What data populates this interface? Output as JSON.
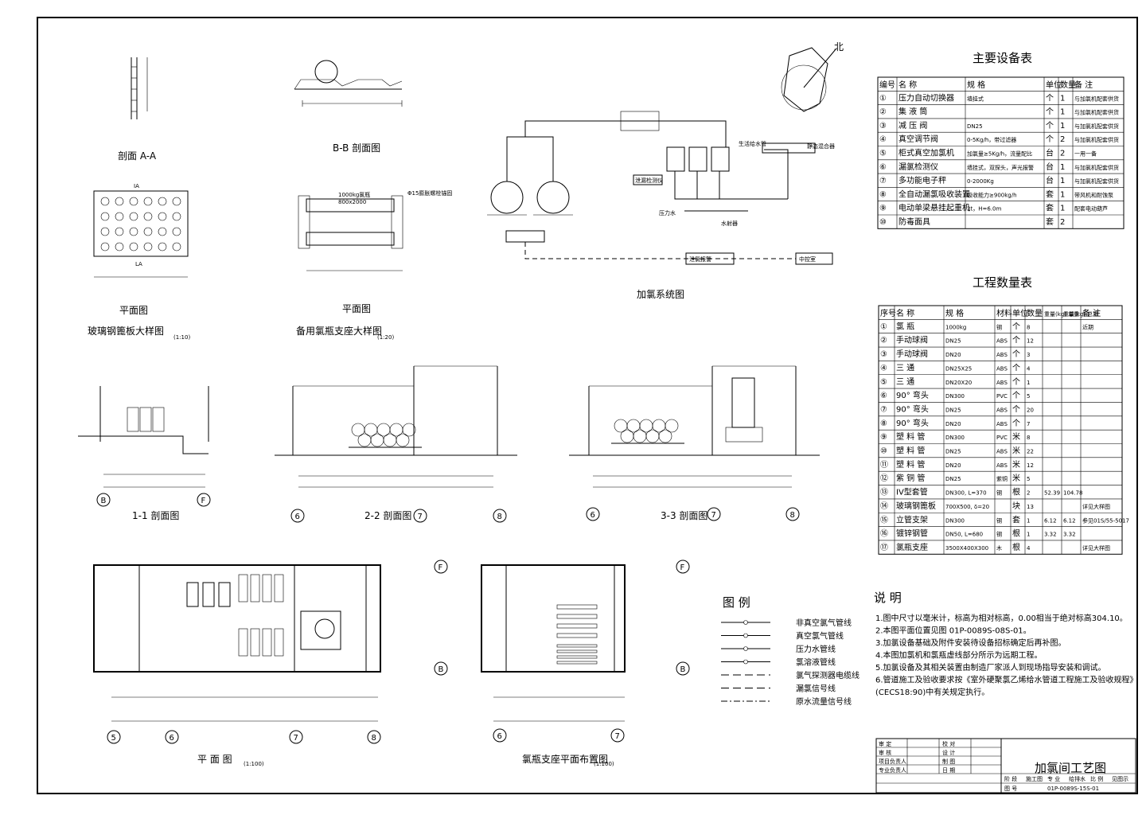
{
  "north": "北",
  "titles": {
    "section_aa": "剖面 A-A",
    "section_bb": "B-B 剖面图",
    "plan_a": "平面图",
    "grid_plate": "玻璃钢篦板大样图",
    "grid_plate_scale": "(1:10)",
    "plan_b": "平面图",
    "cyl_support": "备用氯瓶支座大样图",
    "cyl_support_scale": "(1:20)",
    "cyl_note_1": "1000kg氯瓶",
    "cyl_note_2": "800x2000",
    "cyl_note_3": "Φ15膨胀螺栓锚固",
    "system": "加氯系统图",
    "sec11": "1-1 剖面图",
    "sec22": "2-2 剖面图",
    "sec33": "3-3 剖面图",
    "plan_main": "平 面 图",
    "plan_main_scale": "(1:100)",
    "cyl_layout": "氯瓶支座平面布置图",
    "cyl_layout_scale": "(1:100)"
  },
  "system_labels": {
    "hydrant": "生活给水管",
    "static_mixer": "静态混合器",
    "pressure_water": "压力水",
    "ejector": "水射器",
    "detector": "泄漏检测仪",
    "leak_alarm": "泄氯报警",
    "central_ctrl": "中控室"
  },
  "grid_labels": [
    "5",
    "6",
    "7",
    "8",
    "B",
    "F"
  ],
  "legend": {
    "title": "图  例",
    "items": [
      "非真空氯气管线",
      "真空氯气管线",
      "压力水管线",
      "氯溶液管线",
      "氯气探测器电缆线",
      "漏氯信号线",
      "原水流量信号线"
    ]
  },
  "equipment_table": {
    "title": "主要设备表",
    "headers": [
      "编号",
      "名    称",
      "规    格",
      "单位",
      "数量",
      "备  注"
    ],
    "rows": [
      [
        "①",
        "压力自动切换器",
        "墙挂式",
        "个",
        "1",
        "与加氯机配套供货"
      ],
      [
        "②",
        "集 液 筒",
        "",
        "个",
        "1",
        "与加氯机配套供货"
      ],
      [
        "③",
        "减 压 阀",
        "DN25",
        "个",
        "1",
        "与加氯机配套供货"
      ],
      [
        "④",
        "真空调节阀",
        "0-5Kg/h，带过滤器",
        "个",
        "2",
        "与加氯机配套供货"
      ],
      [
        "⑤",
        "柜式真空加氯机",
        "加氯量≥5Kg/h，流量配比",
        "台",
        "2",
        "一用一备"
      ],
      [
        "⑥",
        "漏氯检测仪",
        "墙挂式，双探头，声光报警",
        "台",
        "1",
        "与加氯机配套供货"
      ],
      [
        "⑦",
        "多功能电子秤",
        "0-2000Kg",
        "台",
        "1",
        "与加氯机配套供货"
      ],
      [
        "⑧",
        "全自动漏氯吸收装置",
        "吸收能力≥900kg/h",
        "套",
        "1",
        "带风机和耐蚀泵"
      ],
      [
        "⑨",
        "电动单梁悬挂起重机",
        "2t，H=6.0m",
        "套",
        "1",
        "配套电动葫芦"
      ],
      [
        "⑩",
        "防毒面具",
        "",
        "套",
        "2",
        ""
      ]
    ]
  },
  "quantity_table": {
    "title": "工程数量表",
    "headers": [
      "序号",
      "名    称",
      "规    格",
      "材料",
      "单位",
      "数量",
      "重量(kg) 单重",
      "重量(kg) 总重",
      "备    注"
    ],
    "rows": [
      [
        "①",
        "氯    瓶",
        "1000kg",
        "钢",
        "个",
        "8",
        "",
        "",
        "近期"
      ],
      [
        "②",
        "手动球阀",
        "DN25",
        "ABS",
        "个",
        "12",
        "",
        "",
        ""
      ],
      [
        "③",
        "手动球阀",
        "DN20",
        "ABS",
        "个",
        "3",
        "",
        "",
        ""
      ],
      [
        "④",
        "三    通",
        "DN25X25",
        "ABS",
        "个",
        "4",
        "",
        "",
        ""
      ],
      [
        "⑤",
        "三    通",
        "DN20X20",
        "ABS",
        "个",
        "1",
        "",
        "",
        ""
      ],
      [
        "⑥",
        "90° 弯头",
        "DN300",
        "PVC",
        "个",
        "5",
        "",
        "",
        ""
      ],
      [
        "⑦",
        "90° 弯头",
        "DN25",
        "ABS",
        "个",
        "20",
        "",
        "",
        ""
      ],
      [
        "⑧",
        "90° 弯头",
        "DN20",
        "ABS",
        "个",
        "7",
        "",
        "",
        ""
      ],
      [
        "⑨",
        "塑 料 管",
        "DN300",
        "PVC",
        "米",
        "8",
        "",
        "",
        ""
      ],
      [
        "⑩",
        "塑 料 管",
        "DN25",
        "ABS",
        "米",
        "22",
        "",
        "",
        ""
      ],
      [
        "⑪",
        "塑 料 管",
        "DN20",
        "ABS",
        "米",
        "12",
        "",
        "",
        ""
      ],
      [
        "⑫",
        "紫 铜 管",
        "DN25",
        "紫铜",
        "米",
        "5",
        "",
        "",
        ""
      ],
      [
        "⑬",
        "IV型套管",
        "DN300, L=370",
        "钢",
        "根",
        "2",
        "52.39",
        "104.78",
        ""
      ],
      [
        "⑭",
        "玻璃钢篦板",
        "700X500, δ=20",
        "",
        "块",
        "13",
        "",
        "",
        "详见大样图"
      ],
      [
        "⑮",
        "立管支架",
        "DN300",
        "钢",
        "套",
        "1",
        "6.12",
        "6.12",
        "参见01S/55-5017"
      ],
      [
        "⑯",
        "镀锌钢管",
        "DN50, L=680",
        "钢",
        "根",
        "1",
        "3.32",
        "3.32",
        ""
      ],
      [
        "⑰",
        "氯瓶支座",
        "3500X400X300",
        "木",
        "根",
        "4",
        "",
        "",
        "详见大样图"
      ]
    ]
  },
  "notes": {
    "title": "说    明",
    "items": [
      "1.图中尺寸以毫米计，标高为相对标高，0.00相当于绝对标高304.10。",
      "2.本图平面位置见图 01P-0089S-08S-01。",
      "3.加氯设备基础及附件安装待设备招标确定后再补图。",
      "4.本图加氯机和氯瓶虚线部分所示为远期工程。",
      "5.加氯设备及其相关装置由制造厂家派人到现场指导安装和调试。",
      "6.管道施工及验收要求按《室外硬聚氯乙烯给水管道工程施工及验收规程》",
      "  (CECS18:90)中有关规定执行。"
    ]
  },
  "title_block": {
    "drawing_name": "加氯间工艺图",
    "roles_left": [
      "审  定",
      "审  核",
      "项目负责人",
      "专业负责人"
    ],
    "roles_right": [
      "校  对",
      "设  计",
      "制  图",
      "日  期"
    ],
    "bottom_labels": [
      "阶 段",
      "施工图",
      "专 业",
      "给排水",
      "比 例",
      "见图示"
    ],
    "drawing_no_label": "图 号",
    "drawing_no": "01P-0089S-15S-01"
  }
}
